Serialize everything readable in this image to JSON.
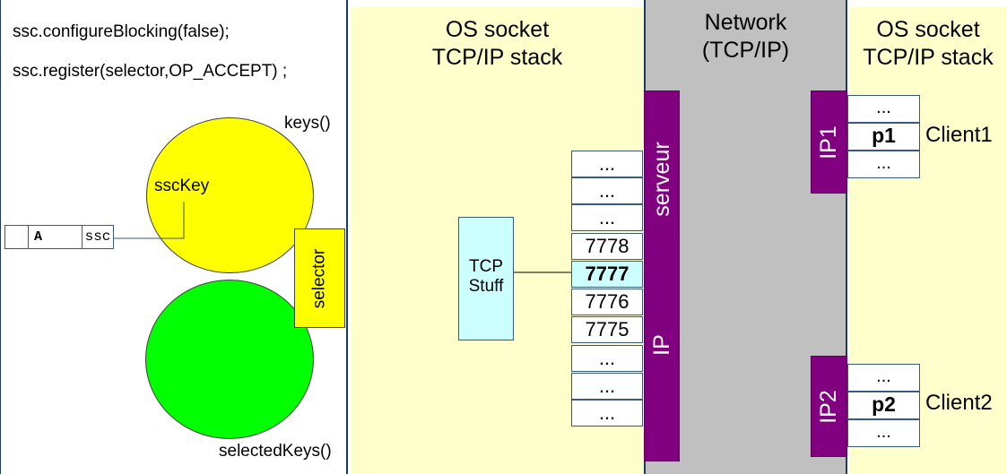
{
  "left": {
    "code_line1": "ssc.configureBlocking(false);",
    "code_line2": "ssc.register(selector,OP_ACCEPT) ;",
    "keys_label": "keys()",
    "selected_keys_label": "selectedKeys()",
    "ssckey_label": "sscKey",
    "selector_label": "selector",
    "var_cells": [
      "",
      "A",
      "ssc"
    ]
  },
  "server_os": {
    "title_line1": "OS socket",
    "title_line2": "TCP/IP stack",
    "tcp_stuff_line1": "TCP",
    "tcp_stuff_line2": "Stuff",
    "ports": [
      "...",
      "...",
      "...",
      "7778",
      "7777",
      "7776",
      "7775",
      "...",
      "...",
      "..."
    ],
    "highlight_port": "7777",
    "serveur_label": "serveur",
    "ip_label": "IP"
  },
  "network": {
    "title_line1": "Network",
    "title_line2": "(TCP/IP)"
  },
  "client_os": {
    "title_line1": "OS socket",
    "title_line2": "TCP/IP stack",
    "client1": {
      "ip_label": "IP1",
      "cells": [
        "...",
        "p1",
        "..."
      ],
      "name": "Client1"
    },
    "client2": {
      "ip_label": "IP2",
      "cells": [
        "...",
        "p2",
        "..."
      ],
      "name": "Client2"
    }
  },
  "colors": {
    "os_background": "#ffffcc",
    "network_background": "#c0c0c0",
    "keys_set": "#ffff00",
    "selected_keys_set": "#00ff00",
    "selector_box": "#ffff00",
    "tcp_stuff_box": "#ccffff",
    "highlight_port": "#ccffff",
    "ip_bar": "#800080"
  }
}
